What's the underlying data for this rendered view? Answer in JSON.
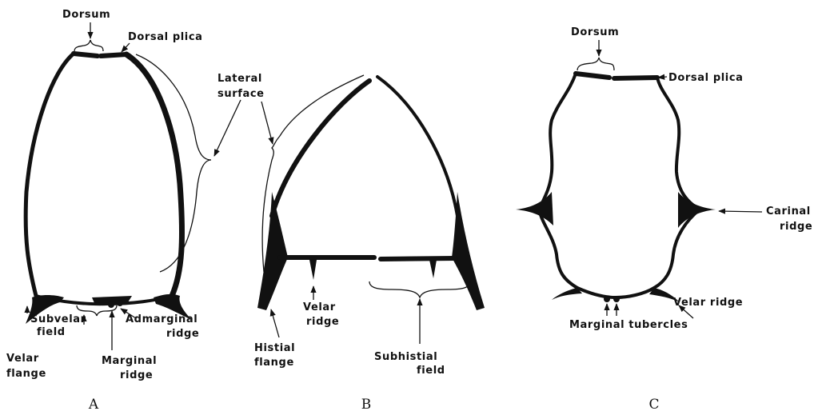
{
  "figures": {
    "A": {
      "caption": "A",
      "labels": {
        "dorsum": "Dorsum",
        "dorsal_plica": "Dorsal plica",
        "subvelar_1": "Subvelar",
        "subvelar_2": "field",
        "admarginal_1": "Admarginal",
        "admarginal_2": "ridge",
        "velar_1": "Velar",
        "velar_2": "flange",
        "marginal_1": "Marginal",
        "marginal_2": "ridge"
      }
    },
    "shared": {
      "lateral_1": "Lateral",
      "lateral_2": "surface"
    },
    "B": {
      "caption": "B",
      "labels": {
        "velar_1": "Velar",
        "velar_2": "ridge",
        "histial_1": "Histial",
        "histial_2": "flange",
        "subhistial_1": "Subhistial",
        "subhistial_2": "field"
      }
    },
    "C": {
      "caption": "C",
      "labels": {
        "dorsum": "Dorsum",
        "dorsal_plica": "Dorsal plica",
        "carinal_1": "Carinal",
        "carinal_2": "ridge",
        "velar": "Velar ridge",
        "marginal": "Marginal tubercles"
      }
    }
  }
}
